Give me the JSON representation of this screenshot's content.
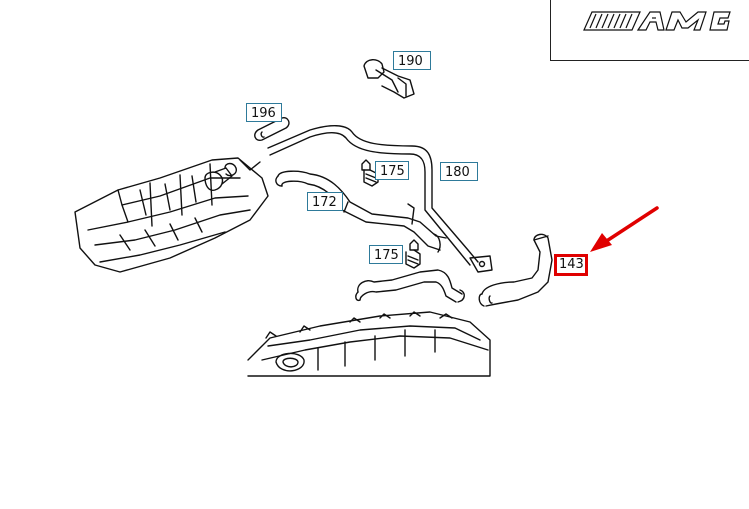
{
  "logo": {
    "text": "AMG",
    "icon": "amg-logo-icon"
  },
  "callouts": {
    "c190": "190",
    "c196": "196",
    "c175a": "175",
    "c180": "180",
    "c172": "172",
    "c175b": "175",
    "c143": "143"
  },
  "highlight": {
    "color": "#e00000",
    "target": "143"
  }
}
